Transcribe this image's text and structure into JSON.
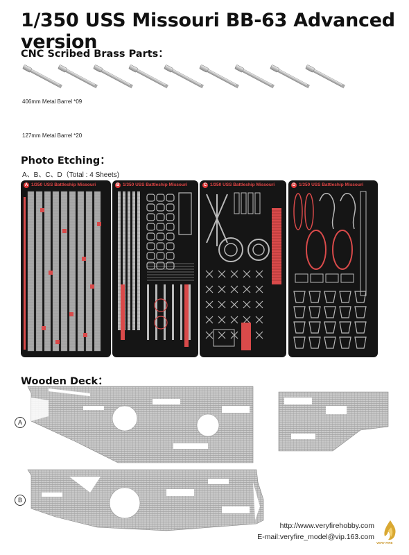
{
  "title": "1/350 USS Missouri BB-63 Advanced version",
  "cnc": {
    "heading": "CNC Scribed Brass Parts：",
    "barrel_406_caption": "406mm Metal Barrel *09",
    "barrel_127_caption": "127mm Metal Barrel *20",
    "barrel_406_count": 9,
    "barrel_127_count": 20
  },
  "photo": {
    "heading": "Photo Etching：",
    "subcaption": "A、B、C、D（Total : 4 Sheets)",
    "sheets": [
      {
        "letter": "A",
        "title": "1/350 USS Battleship Missouri"
      },
      {
        "letter": "B",
        "title": "1/350 USS Battleship Missouri"
      },
      {
        "letter": "C",
        "title": "1/350 USS Battleship Missouri"
      },
      {
        "letter": "D",
        "title": "1/350 USS Battleship Missouri"
      }
    ]
  },
  "deck": {
    "heading": "Wooden Deck：",
    "label_a": "A",
    "label_b": "B"
  },
  "footer": {
    "url": "http://www.veryfirehobby.com",
    "email": "E-mail:veryfire_model@vip.163.com",
    "logo_text": "VERY FIRE"
  },
  "colors": {
    "etch_background": "#151515",
    "etch_red": "#d94a4a",
    "brass_gray": "#cfcfcf",
    "deck_gray": "#c9c9c9",
    "logo_gold": "#d9a832"
  }
}
